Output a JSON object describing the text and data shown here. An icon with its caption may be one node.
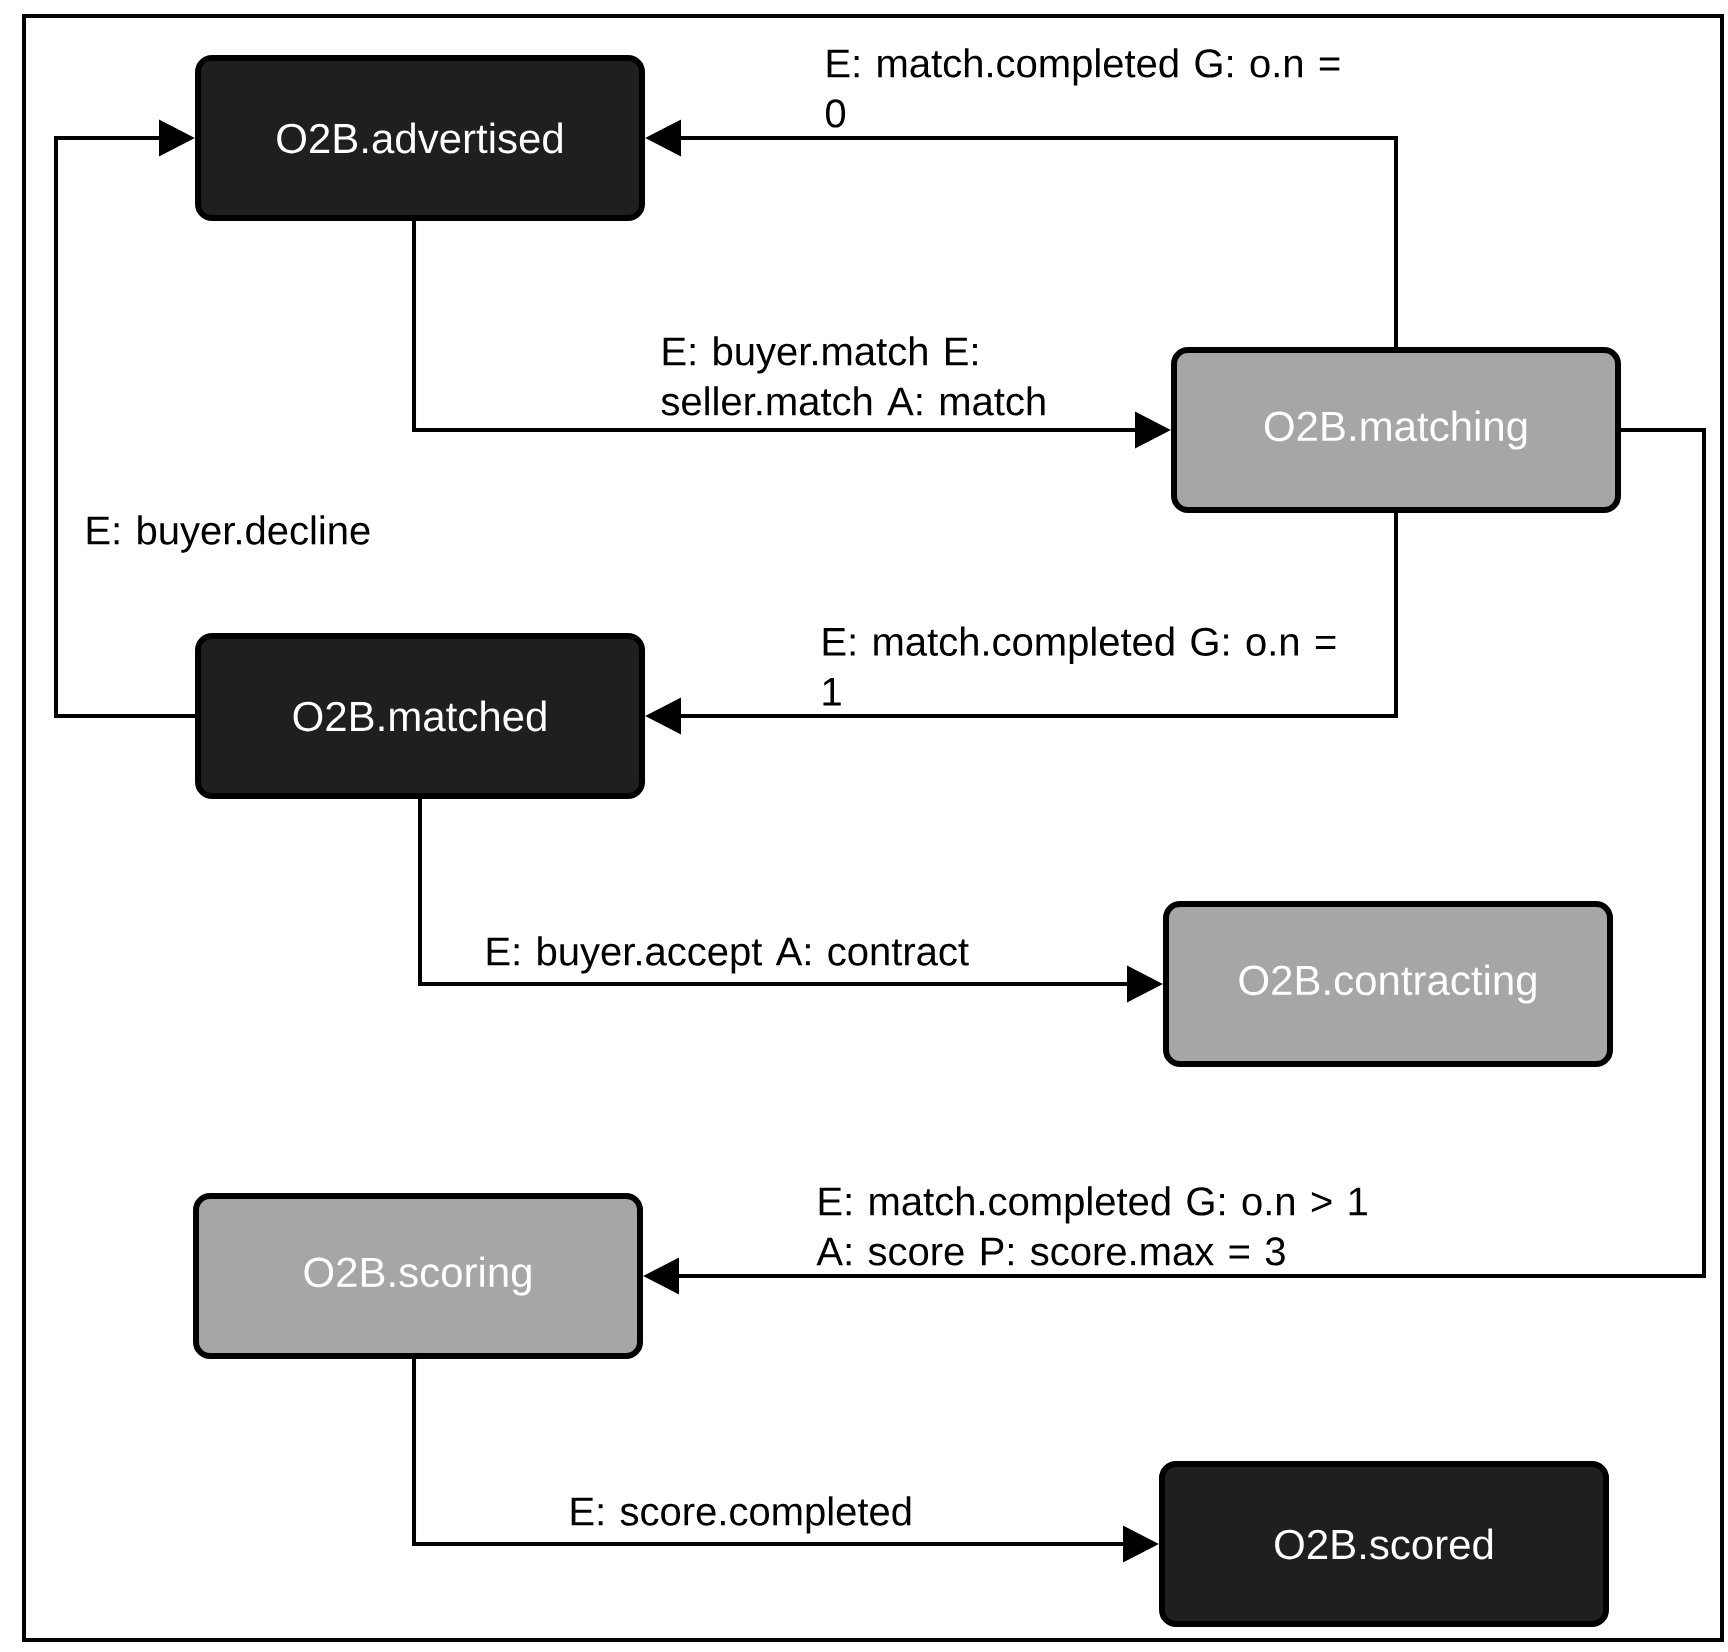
{
  "diagram": {
    "nodes": [
      {
        "text": [
          "O2B.advertised"
        ]
      },
      {
        "text": [
          "O2B.matching"
        ]
      },
      {
        "text": [
          "O2B.matched"
        ]
      },
      {
        "text": [
          "O2B.contracting"
        ]
      },
      {
        "text": [
          "O2B.scoring"
        ]
      },
      {
        "text": [
          "O2B.scored"
        ]
      }
    ],
    "edges": [
      {
        "from": 1,
        "to": 0,
        "arrow": "to",
        "label": "E: match.completed G: o.n = 0"
      },
      {
        "from": 0,
        "to": 1,
        "arrow": "to",
        "label": "E: buyer.match E: seller.match A: match"
      },
      {
        "from": 2,
        "to": 0,
        "arrow": "to",
        "label": "E: buyer.decline"
      },
      {
        "from": 1,
        "to": 2,
        "arrow": "to",
        "label": "E: match.completed G: o.n = 1"
      },
      {
        "from": 2,
        "to": 3,
        "arrow": "to",
        "label": "E: buyer.accept A: contract"
      },
      {
        "from": 1,
        "to": 4,
        "arrow": "to",
        "label": "E: match.completed G: o.n > 1 A: score P: score.max = 3"
      },
      {
        "from": 4,
        "to": 5,
        "arrow": "to",
        "label": "E: score.completed"
      }
    ]
  }
}
